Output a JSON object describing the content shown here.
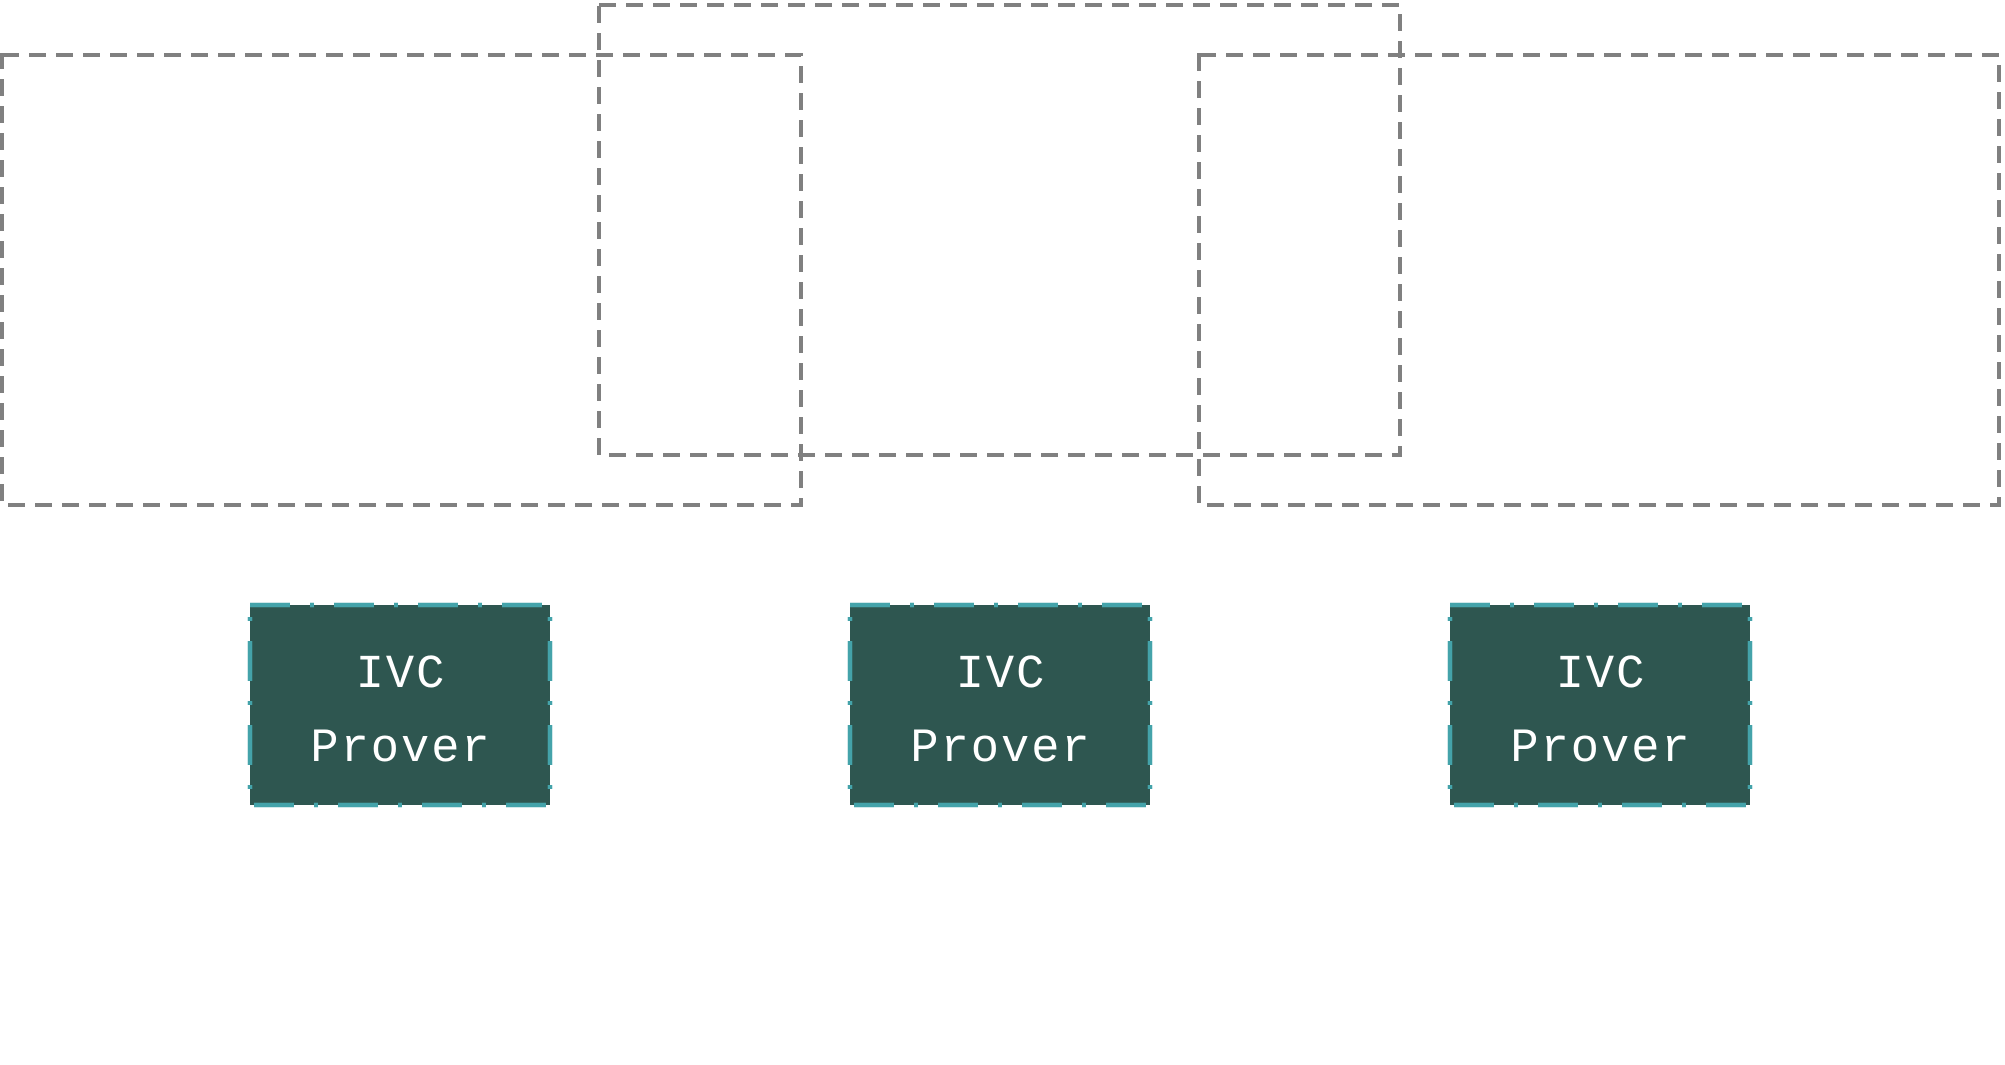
{
  "diagram": {
    "title": "",
    "colors": {
      "background": "#ffffff",
      "group_frame_stroke": "#808080",
      "prover_fill": "#2e5650",
      "prover_stroke": "#44a3aa",
      "prover_text": "#ffffff"
    },
    "group_frames": [
      {
        "id": "frame-1",
        "label": ""
      },
      {
        "id": "frame-2",
        "label": ""
      },
      {
        "id": "frame-3",
        "label": ""
      }
    ],
    "nodes": [
      {
        "id": "prover-1",
        "lines": [
          "IVC",
          "Prover"
        ]
      },
      {
        "id": "prover-2",
        "lines": [
          "IVC",
          "Prover"
        ]
      },
      {
        "id": "prover-3",
        "lines": [
          "IVC",
          "Prover"
        ]
      }
    ]
  }
}
